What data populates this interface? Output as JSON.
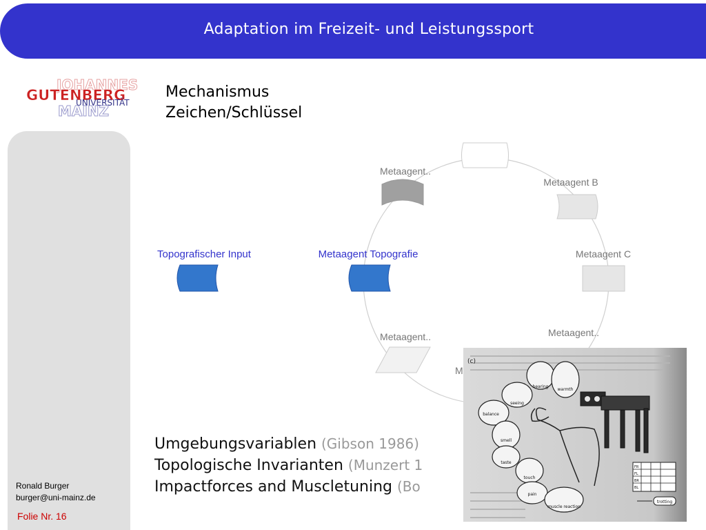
{
  "header": {
    "title": "Adaptation im Freizeit- und Leistungssport"
  },
  "logo": {
    "line1": "JOHANNES",
    "line2": "GUTENBERG",
    "line3": "UNIVERSITÄT",
    "line4": "MAINZ"
  },
  "subtitle": {
    "line1": "Mechanismus",
    "line2": "Zeichen/Schlüssel"
  },
  "diagram": {
    "input_label": "Topografischer Input",
    "node_topografie": "Metaagent Topografie",
    "node_top": "Metaagent..",
    "node_b": "Metaagent B",
    "node_c": "Metaagent C",
    "node_lower_right": "Metaagent..",
    "node_lower_left": "Metaagent..",
    "node_bottom_partial": "M"
  },
  "bullets": [
    {
      "text": "Umgebungsvariablen ",
      "ref": "(Gibson 1986)"
    },
    {
      "text": "Topologische Invarianten ",
      "ref": "(Munzert 1"
    },
    {
      "text": "Impactforces and Muscletuning ",
      "ref": "(Bo"
    }
  ],
  "photo": {
    "label_c": "(c)",
    "hearing": "hearing",
    "warmth": "warmth",
    "seeing": "seeing",
    "balance": "balance",
    "smell": "smell",
    "taste": "taste",
    "touch": "touch",
    "pain": "pain",
    "muscle": "muscle reaction",
    "trotting": "trotting",
    "grid_fr": "FR",
    "grid_fl": "FL",
    "grid_br": "BR",
    "grid_bl": "BL"
  },
  "footer": {
    "author": "Ronald Burger",
    "email": "burger@uni-mainz.de",
    "slide": "Folie Nr. 16"
  },
  "colors": {
    "header_blue": "#3333cc",
    "node_blue": "#3377cc",
    "label_blue": "#3333cc",
    "label_gray": "#777777",
    "slide_red": "#cc0000"
  }
}
